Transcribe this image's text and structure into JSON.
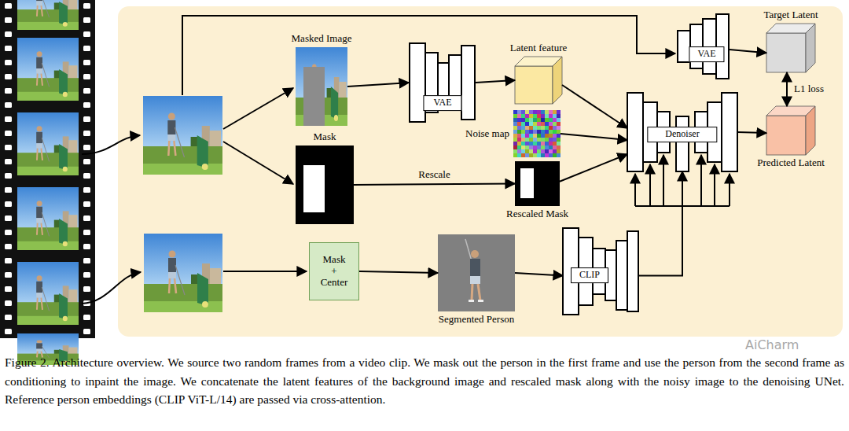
{
  "diagram": {
    "caption": "Figure 2. Architecture overview. We source two random frames from a video clip. We mask out the person in the first frame and use the person from the second frame as conditioning to inpaint the image. We concatenate the latent features of the background image and rescaled mask along with the noisy image to the denoising UNet. Reference person embeddings (CLIP ViT-L/14) are passed via cross-attention.",
    "nodes": [
      {
        "text": [
          "Masked Image"
        ]
      },
      {
        "text": [
          "Mask"
        ]
      },
      {
        "text": [
          "VAE"
        ]
      },
      {
        "text": [
          "Latent feature"
        ]
      },
      {
        "text": [
          "Noise map"
        ]
      },
      {
        "text": [
          "Rescaled Mask"
        ]
      },
      {
        "text": [
          "VAE"
        ]
      },
      {
        "text": [
          "Denoiser"
        ]
      },
      {
        "text": [
          "Target Latent"
        ]
      },
      {
        "text": [
          "Predicted Latent"
        ]
      },
      {
        "text": [
          "Mask + Center"
        ]
      },
      {
        "text": [
          "Segmented Person"
        ]
      },
      {
        "text": [
          "CLIP"
        ]
      }
    ],
    "edges": [
      {
        "from": 0,
        "to": 2,
        "arrow": "to"
      },
      {
        "from": 2,
        "to": 3,
        "arrow": "to"
      },
      {
        "from": 1,
        "to": 5,
        "label": "Rescale",
        "arrow": "to"
      },
      {
        "from": 3,
        "to": 7,
        "arrow": "to"
      },
      {
        "from": 4,
        "to": 7,
        "arrow": "to"
      },
      {
        "from": 5,
        "to": 7,
        "arrow": "to"
      },
      {
        "from": 6,
        "to": 8,
        "arrow": "to"
      },
      {
        "from": 7,
        "to": 9,
        "arrow": "to"
      },
      {
        "from": 8,
        "to": 9,
        "label": "L1 loss",
        "arrow": "both"
      },
      {
        "from": 10,
        "to": 11,
        "arrow": "to"
      },
      {
        "from": 11,
        "to": 12,
        "arrow": "to"
      },
      {
        "from": 12,
        "to": 7,
        "arrow": "to"
      }
    ],
    "labels": [
      "AiCharm"
    ]
  }
}
